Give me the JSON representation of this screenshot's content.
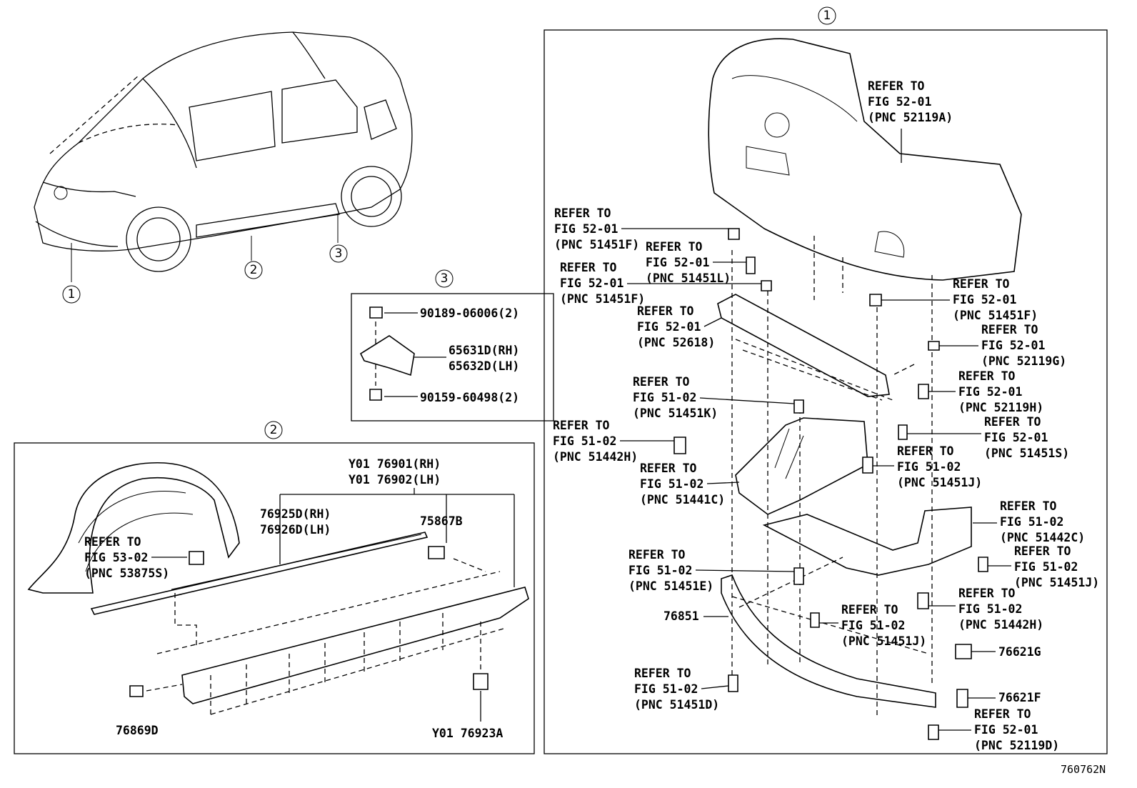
{
  "refer_to": "REFER TO",
  "markers": {
    "m1": "1",
    "m2": "2",
    "m3": "3"
  },
  "diagram_id": "760762N",
  "section2": {
    "fender_ref": {
      "fig": "FIG 53-02",
      "pnc": "(PNC 53875S)"
    },
    "rocker_rh": "Y01 76901(RH)",
    "rocker_lh": "Y01 76902(LH)",
    "moulding_rh": "76925D(RH)",
    "moulding_lh": "76926D(LH)",
    "clip": "75867B",
    "screw": "76869D",
    "nut": "Y01 76923A"
  },
  "section3": {
    "screw_top": "90189-06006(2)",
    "mudguard_rh": "65631D(RH)",
    "mudguard_lh": "65632D(LH)",
    "screw_bottom": "90159-60498(2)"
  },
  "section1": {
    "bumper": {
      "fig": "FIG 52-01",
      "pnc": "(PNC 52119A)"
    },
    "r_51451F_a": {
      "fig": "FIG 52-01",
      "pnc": "(PNC 51451F)"
    },
    "r_51451L": {
      "fig": "FIG 52-01",
      "pnc": "(PNC 51451L)"
    },
    "r_51451F_b": {
      "fig": "FIG 52-01",
      "pnc": "(PNC 51451F)"
    },
    "r_52618": {
      "fig": "FIG 52-01",
      "pnc": "(PNC 52618)"
    },
    "r_51451K": {
      "fig": "FIG 51-02",
      "pnc": "(PNC 51451K)"
    },
    "r_51442H_l": {
      "fig": "FIG 51-02",
      "pnc": "(PNC 51442H)"
    },
    "r_51441C": {
      "fig": "FIG 51-02",
      "pnc": "(PNC 51441C)"
    },
    "r_51451E": {
      "fig": "FIG 51-02",
      "pnc": "(PNC 51451E)"
    },
    "r_51451D": {
      "fig": "FIG 51-02",
      "pnc": "(PNC 51451D)"
    },
    "p_76851": "76851",
    "r_51451F_r": {
      "fig": "FIG 52-01",
      "pnc": "(PNC 51451F)"
    },
    "r_52119G": {
      "fig": "FIG 52-01",
      "pnc": "(PNC 52119G)"
    },
    "r_52119H": {
      "fig": "FIG 52-01",
      "pnc": "(PNC 52119H)"
    },
    "r_51451S": {
      "fig": "FIG 52-01",
      "pnc": "(PNC 51451S)"
    },
    "r_51451J_m": {
      "fig": "FIG 51-02",
      "pnc": "(PNC 51451J)"
    },
    "r_51442C": {
      "fig": "FIG 51-02",
      "pnc": "(PNC 51442C)"
    },
    "r_51451J_r": {
      "fig": "FIG 51-02",
      "pnc": "(PNC 51451J)"
    },
    "r_51442H_r": {
      "fig": "FIG 51-02",
      "pnc": "(PNC 51442H)"
    },
    "r_51451J_b": {
      "fig": "FIG 51-02",
      "pnc": "(PNC 51451J)"
    },
    "p_76621G": "76621G",
    "p_76621F": "76621F",
    "r_52119D": {
      "fig": "FIG 52-01",
      "pnc": "(PNC 52119D)"
    }
  }
}
